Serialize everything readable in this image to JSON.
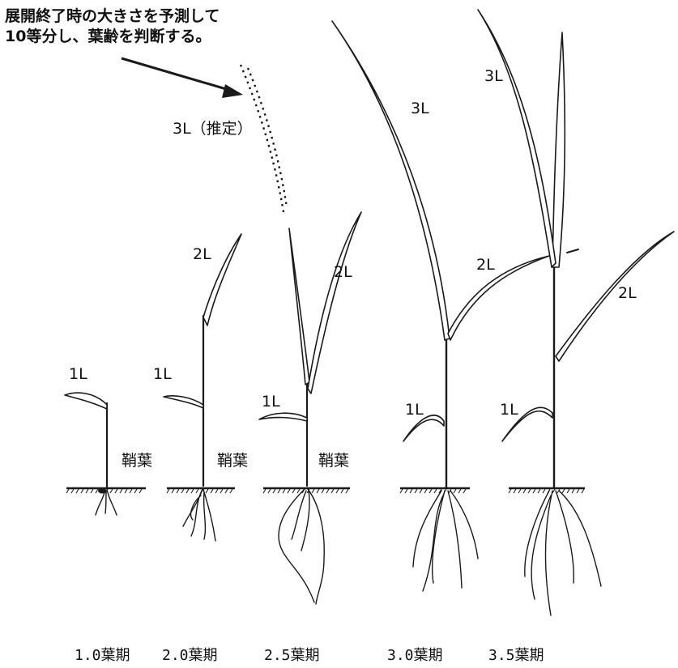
{
  "note": {
    "line1": "展開終了時の大きさを予測して",
    "line2": "10等分し、葉齢を判断する。"
  },
  "estimated_leaf_label": "3L（推定）",
  "leaf_labels": {
    "first": "1L",
    "second": "2L",
    "third": "3L",
    "coleoptile": "鞘葉"
  },
  "stages": [
    "1.0葉期",
    "2.0葉期",
    "2.5葉期",
    "3.0葉期",
    "3.5葉期"
  ],
  "colors": {
    "ink": "#1a1a1a",
    "background": "#ffffff"
  }
}
